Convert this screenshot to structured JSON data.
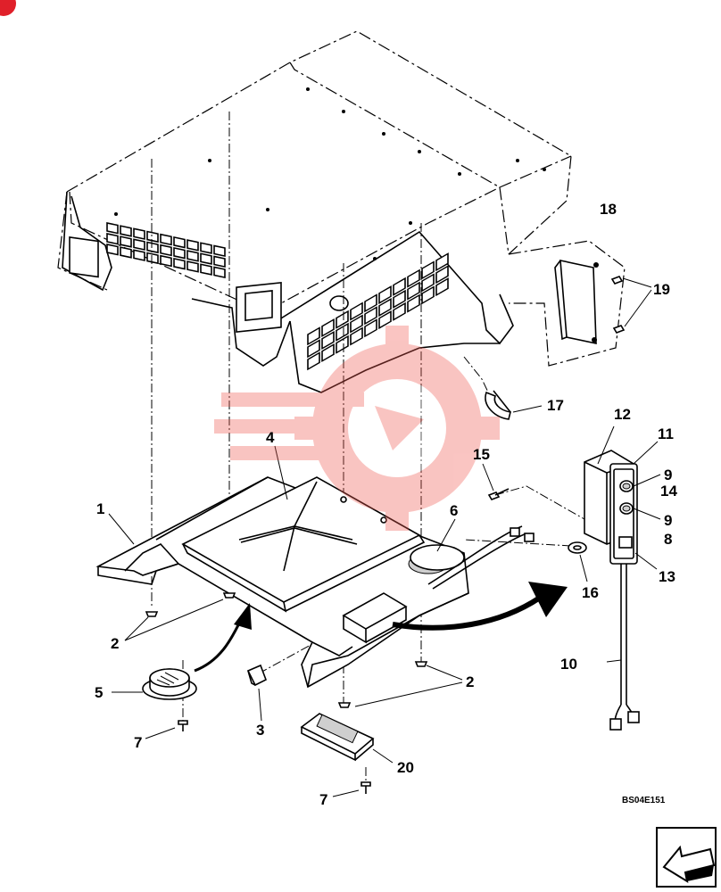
{
  "diagram": {
    "callouts": [
      {
        "id": "c1",
        "text": "1"
      },
      {
        "id": "c2a",
        "text": "2"
      },
      {
        "id": "c2b",
        "text": "2"
      },
      {
        "id": "c3",
        "text": "3"
      },
      {
        "id": "c4",
        "text": "4"
      },
      {
        "id": "c5",
        "text": "5"
      },
      {
        "id": "c6",
        "text": "6"
      },
      {
        "id": "c7a",
        "text": "7"
      },
      {
        "id": "c7b",
        "text": "7"
      },
      {
        "id": "c8",
        "text": "8"
      },
      {
        "id": "c9a",
        "text": "9"
      },
      {
        "id": "c9b",
        "text": "9"
      },
      {
        "id": "c10",
        "text": "10"
      },
      {
        "id": "c11",
        "text": "11"
      },
      {
        "id": "c12",
        "text": "12"
      },
      {
        "id": "c13",
        "text": "13"
      },
      {
        "id": "c14",
        "text": "14"
      },
      {
        "id": "c15",
        "text": "15"
      },
      {
        "id": "c16",
        "text": "16"
      },
      {
        "id": "c17",
        "text": "17"
      },
      {
        "id": "c18",
        "text": "18"
      },
      {
        "id": "c19",
        "text": "19"
      },
      {
        "id": "c20",
        "text": "20"
      }
    ],
    "drawing_code": "BS04E151",
    "colors": {
      "line": "#000000",
      "watermark": "#f05a50",
      "badge": "#e0202a"
    },
    "icons": [
      "next-page-arrow-icon",
      "watermark-gear-logo"
    ]
  }
}
